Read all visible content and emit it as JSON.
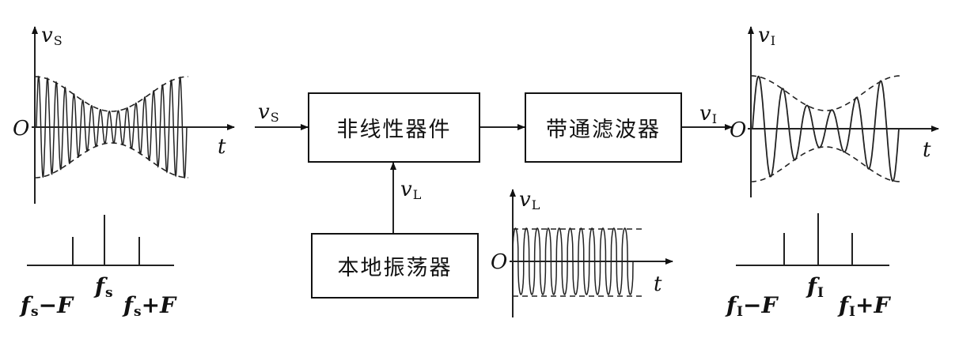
{
  "blocks": {
    "mixer": "非线性器件",
    "filter": "带通滤波器",
    "oscillator": "本地振荡器"
  },
  "signals": {
    "input": {
      "sym": "v",
      "sub": "S"
    },
    "output": {
      "sym": "v",
      "sub": "I"
    },
    "lo": {
      "sym": "v",
      "sub": "L"
    }
  },
  "axes": {
    "origin": "O",
    "time": "t",
    "waveform_in_y": {
      "sym": "v",
      "sub": "S"
    },
    "waveform_out_y": {
      "sym": "v",
      "sub": "I"
    },
    "waveform_lo_y": {
      "sym": "v",
      "sub": "L"
    }
  },
  "spectra": {
    "input": {
      "lower": {
        "sym": "f",
        "sub": "s",
        "rest": "−F"
      },
      "center": {
        "sym": "f",
        "sub": "s"
      },
      "upper": {
        "sym": "f",
        "sub": "s",
        "rest": "+F"
      }
    },
    "output": {
      "lower": {
        "sym": "f",
        "sub": "I",
        "rest": "−F"
      },
      "center": {
        "sym": "f",
        "sub": "I"
      },
      "upper": {
        "sym": "f",
        "sub": "I",
        "rest": "+F"
      }
    }
  }
}
